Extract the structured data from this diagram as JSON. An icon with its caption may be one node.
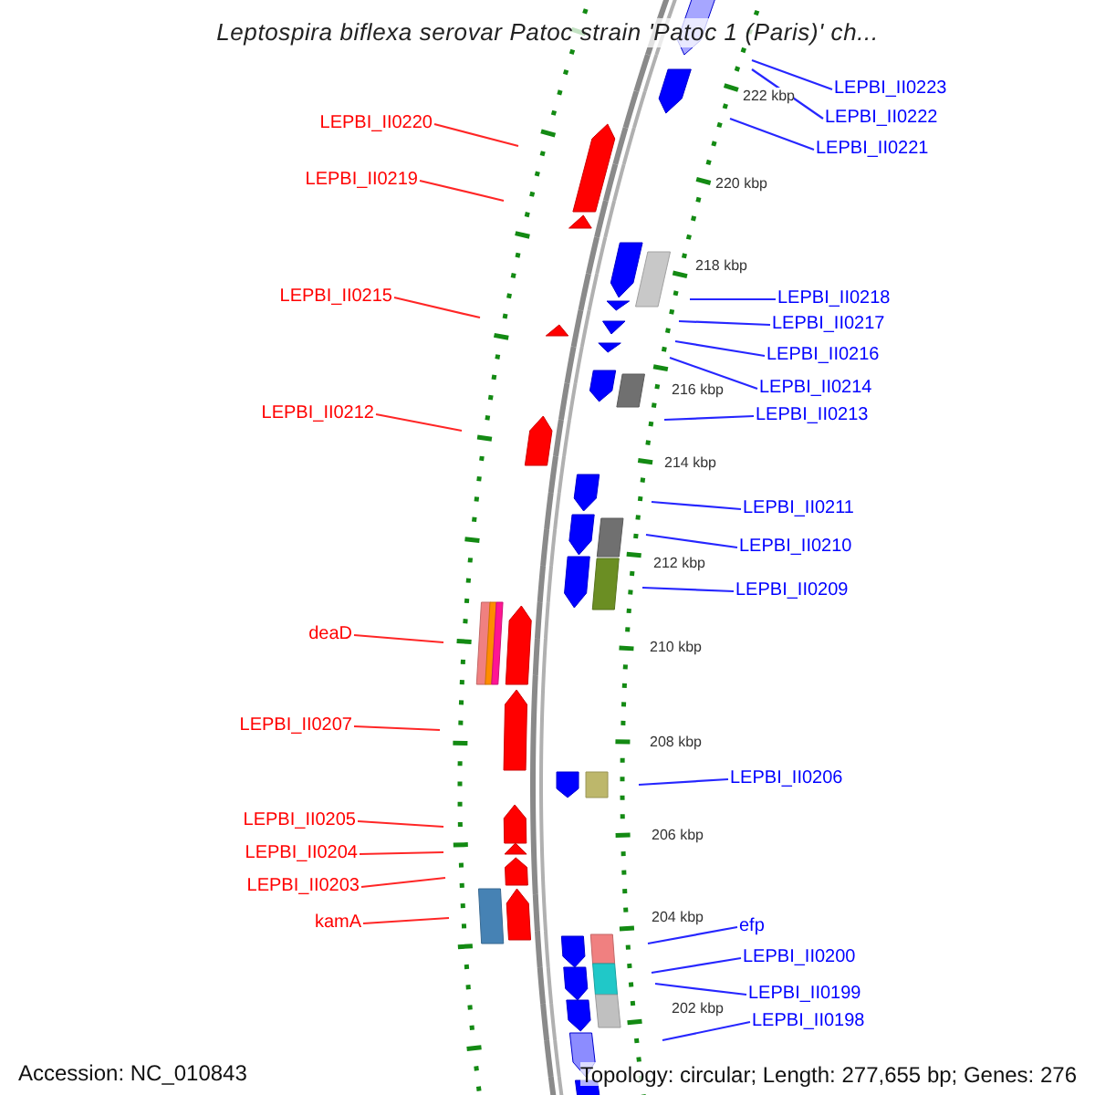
{
  "diagram": {
    "title": "Leptospira biflexa serovar Patoc strain 'Patoc 1 (Paris)' ch...",
    "nodes": [
      {
        "text": [
          "LEPBI_II0223"
        ]
      },
      {
        "text": [
          "LEPBI_II0222"
        ]
      },
      {
        "text": [
          "LEPBI_II0220"
        ]
      },
      {
        "text": [
          "LEPBI_II0221"
        ]
      },
      {
        "text": [
          "LEPBI_II0219"
        ]
      },
      {
        "text": [
          "LEPBI_II0215"
        ]
      },
      {
        "text": [
          "LEPBI_II0218"
        ]
      },
      {
        "text": [
          "LEPBI_II0217"
        ]
      },
      {
        "text": [
          "LEPBI_II0216"
        ]
      },
      {
        "text": [
          "LEPBI_II0214"
        ]
      },
      {
        "text": [
          "LEPBI_II0212"
        ]
      },
      {
        "text": [
          "LEPBI_II0213"
        ]
      },
      {
        "text": [
          "LEPBI_II0211"
        ]
      },
      {
        "text": [
          "LEPBI_II0210"
        ]
      },
      {
        "text": [
          "LEPBI_II0209"
        ]
      },
      {
        "text": [
          "deaD"
        ]
      },
      {
        "text": [
          "LEPBI_II0207"
        ]
      },
      {
        "text": [
          "LEPBI_II0206"
        ]
      },
      {
        "text": [
          "LEPBI_II0205"
        ]
      },
      {
        "text": [
          "LEPBI_II0204"
        ]
      },
      {
        "text": [
          "LEPBI_II0203"
        ]
      },
      {
        "text": [
          "kamA"
        ]
      },
      {
        "text": [
          "efp"
        ]
      },
      {
        "text": [
          "LEPBI_II0200"
        ]
      },
      {
        "text": [
          "LEPBI_II0199"
        ]
      },
      {
        "text": [
          "LEPBI_II0198"
        ]
      }
    ],
    "edges": [
      {
        "from": 0,
        "to": null,
        "arrow": "none"
      },
      {
        "from": 1,
        "to": null,
        "arrow": "none"
      },
      {
        "from": 2,
        "to": null,
        "arrow": "none",
        "color": "#ff0000"
      },
      {
        "from": 3,
        "to": null,
        "arrow": "none"
      },
      {
        "from": 4,
        "to": null,
        "arrow": "none",
        "color": "#ff0000"
      },
      {
        "from": 5,
        "to": null,
        "arrow": "none",
        "color": "#ff0000"
      },
      {
        "from": 6,
        "to": null,
        "arrow": "none"
      },
      {
        "from": 7,
        "to": null,
        "arrow": "none"
      },
      {
        "from": 8,
        "to": null,
        "arrow": "none"
      },
      {
        "from": 9,
        "to": null,
        "arrow": "none"
      },
      {
        "from": 10,
        "to": null,
        "arrow": "none",
        "color": "#ff0000"
      },
      {
        "from": 11,
        "to": null,
        "arrow": "none"
      },
      {
        "from": 12,
        "to": null,
        "arrow": "none"
      },
      {
        "from": 13,
        "to": null,
        "arrow": "none"
      },
      {
        "from": 14,
        "to": null,
        "arrow": "none"
      },
      {
        "from": 15,
        "to": null,
        "arrow": "none",
        "color": "#ff0000"
      },
      {
        "from": 16,
        "to": null,
        "arrow": "none",
        "color": "#ff0000"
      },
      {
        "from": 17,
        "to": null,
        "arrow": "none"
      },
      {
        "from": 18,
        "to": null,
        "arrow": "none",
        "color": "#ff0000"
      },
      {
        "from": 19,
        "to": null,
        "arrow": "none",
        "color": "#ff0000"
      },
      {
        "from": 20,
        "to": null,
        "arrow": "none",
        "color": "#ff0000"
      },
      {
        "from": 21,
        "to": null,
        "arrow": "none",
        "color": "#ff0000"
      },
      {
        "from": 22,
        "to": null,
        "arrow": "none"
      },
      {
        "from": 23,
        "to": null,
        "arrow": "none"
      },
      {
        "from": 24,
        "to": null,
        "arrow": "none"
      },
      {
        "from": 25,
        "to": null,
        "arrow": "none"
      }
    ],
    "labels": [
      "222 kbp",
      "220 kbp",
      "218 kbp",
      "216 kbp",
      "214 kbp",
      "212 kbp",
      "210 kbp",
      "208 kbp",
      "206 kbp",
      "204 kbp",
      "202 kbp",
      "Accession: NC_010843",
      "Topology: circular; Length: 277,655 bp; Genes: 276"
    ]
  }
}
